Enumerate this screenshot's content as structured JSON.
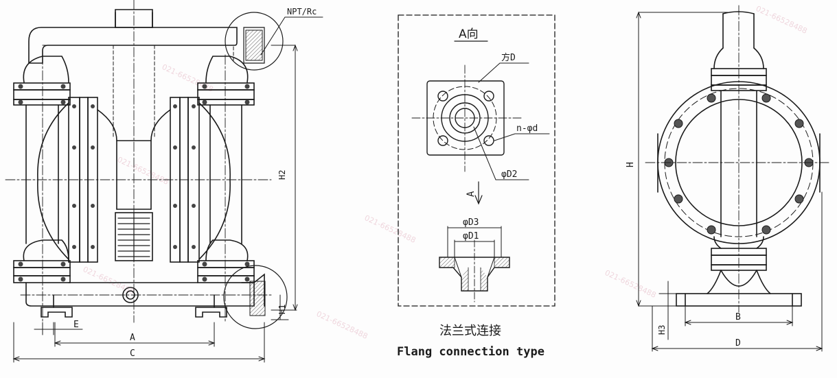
{
  "front_view": {
    "labels": {
      "npt": "NPT/Rc",
      "h2": "H2",
      "h1": "H1",
      "e": "E",
      "a": "A",
      "c": "C"
    }
  },
  "flange_detail": {
    "title": "A向",
    "labels": {
      "square": "方D",
      "holes": "n-φd",
      "d2": "φD2",
      "d3": "φD3",
      "d1": "φD1",
      "arrow": "A"
    },
    "caption_cn": "法兰式连接",
    "caption_en": "Flang connection type"
  },
  "side_view": {
    "labels": {
      "h": "H",
      "h3": "H3",
      "b": "B",
      "d": "D"
    }
  },
  "watermarks": [
    "021-66528488",
    "021-66528488",
    "021-66528488",
    "021-66528488",
    "021-66528488",
    "021-66528488",
    "021-66528488"
  ]
}
